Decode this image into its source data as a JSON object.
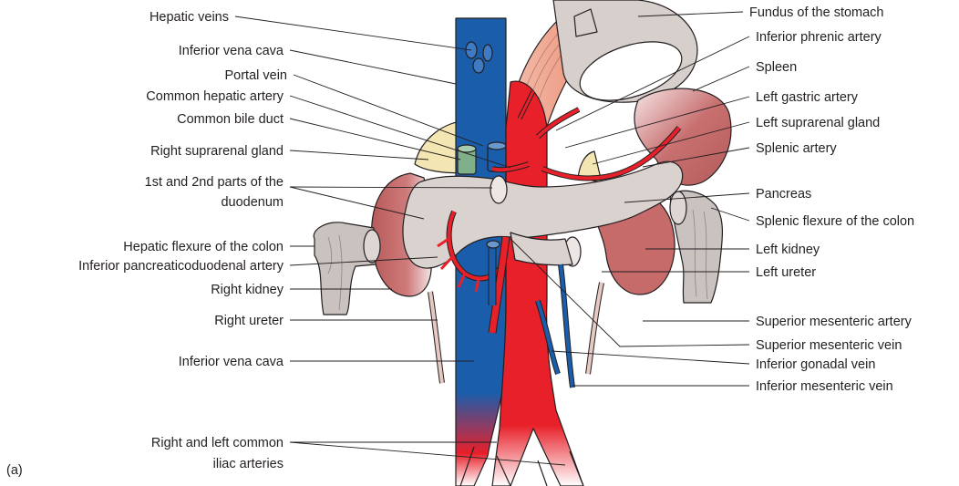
{
  "figure_label": "(a)",
  "labels_left": [
    "Hepatic veins",
    "Inferior vena cava",
    "Portal vein",
    "Common hepatic artery",
    "Common bile duct",
    "Right suprarenal gland",
    "1st and 2nd parts of the",
    "duodenum",
    "Hepatic flexure of the colon",
    "Inferior pancreaticoduodenal artery",
    "Right kidney",
    "Right ureter",
    "Inferior vena cava",
    "Right and left common",
    "iliac arteries"
  ],
  "labels_right": [
    "Fundus of the stomach",
    "Inferior phrenic artery",
    "Spleen",
    "Left gastric artery",
    "Left suprarenal gland",
    "Splenic artery",
    "Pancreas",
    "Splenic flexure of the colon",
    "Left kidney",
    "Left ureter",
    "Superior mesenteric artery",
    "Superior mesenteric vein",
    "Inferior gonadal vein",
    "Inferior mesenteric vein"
  ],
  "colors": {
    "artery": "#e8202a",
    "vein": "#1a5dab",
    "kidney": "#c66a6a",
    "pancreas_duodenum": "#d9d2cf",
    "colon": "#c9c2bf",
    "suprarenal": "#f3e6b3",
    "bile_duct": "#7fb08a",
    "muscle": "#ee9e86",
    "outline": "#231f20"
  }
}
